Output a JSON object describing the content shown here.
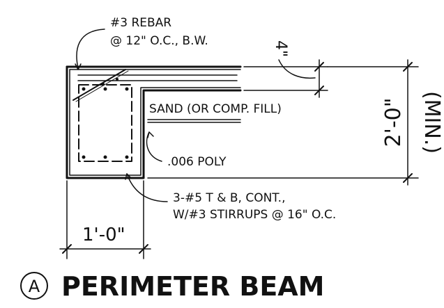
{
  "labels": {
    "rebar_line1": "#3 REBAR",
    "rebar_line2": "@ 12\" O.C., B.W.",
    "slab_thickness": "4\"",
    "sand": "SAND (OR COMP. FILL)",
    "poly": ".006 POLY",
    "beam_rebar_line1": "3-#5 T & B, CONT.,",
    "beam_rebar_line2": "W/#3 STIRRUPS @ 16\" O.C.",
    "beam_width": "1'-0\"",
    "beam_depth": "2'-0\"",
    "min": "(MIN.)"
  },
  "title": {
    "marker": "A",
    "text": "PERIMETER BEAM"
  }
}
